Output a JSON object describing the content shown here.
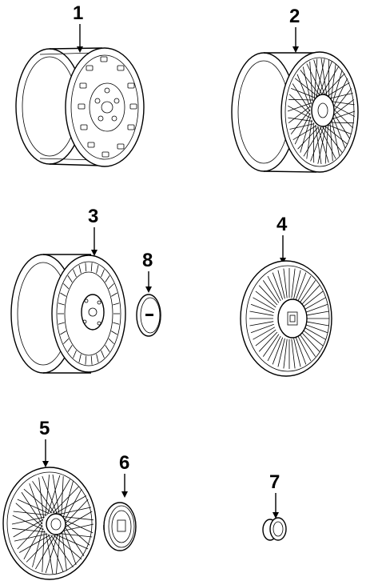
{
  "parts": [
    {
      "callout": "1",
      "name": "steel-wheel-rim"
    },
    {
      "callout": "2",
      "name": "wire-spoke-alloy-wheel"
    },
    {
      "callout": "3",
      "name": "styled-steel-wheel"
    },
    {
      "callout": "4",
      "name": "full-wheel-cover"
    },
    {
      "callout": "5",
      "name": "wire-wheel-cover"
    },
    {
      "callout": "6",
      "name": "center-cap"
    },
    {
      "callout": "7",
      "name": "lug-nut-cap"
    },
    {
      "callout": "8",
      "name": "hub-cap-emblem"
    }
  ]
}
